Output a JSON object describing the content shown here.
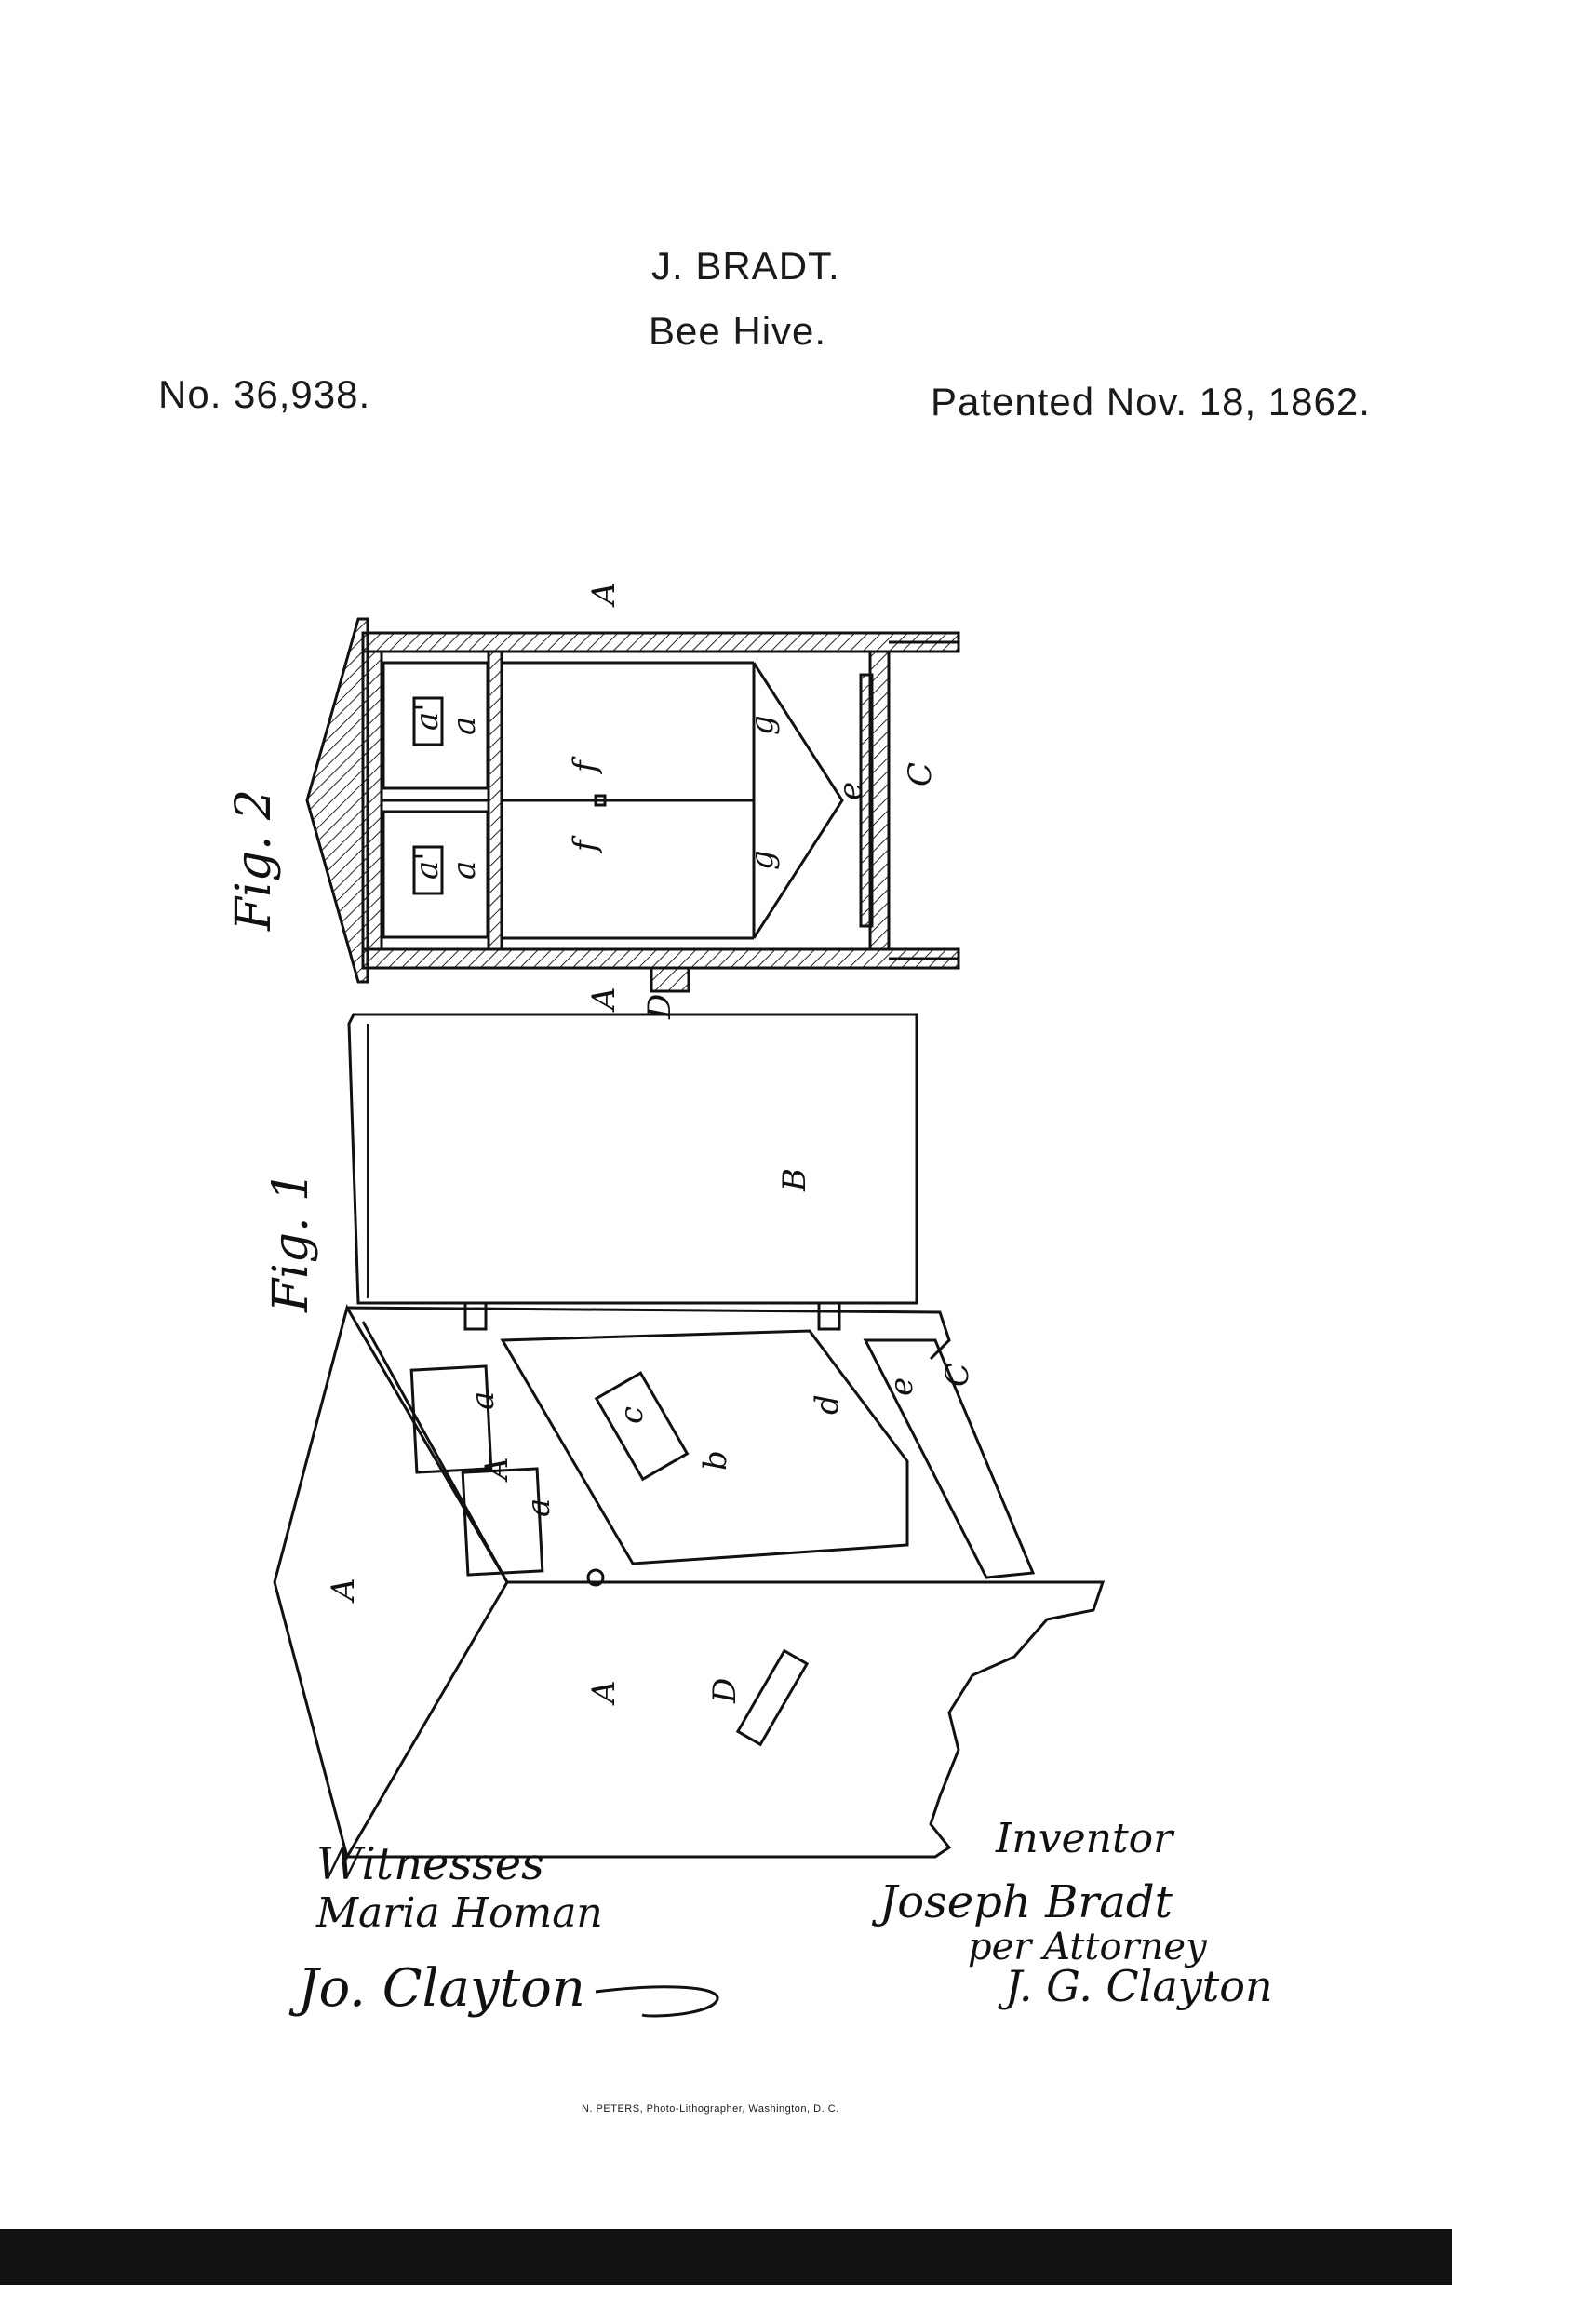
{
  "header": {
    "inventor": "J. BRADT.",
    "title": "Bee Hive.",
    "patent_no": "No. 36,938.",
    "patent_date": "Patented Nov. 18, 1862."
  },
  "figures": {
    "fig2_label": "Fig. 2",
    "fig1_label": "Fig. 1"
  },
  "letters": {
    "A": "A",
    "B": "B",
    "C": "C",
    "D": "D",
    "a": "a",
    "a1": "a'",
    "b": "b",
    "c": "c",
    "d": "d",
    "e": "e",
    "f": "f",
    "g": "g"
  },
  "signatures": {
    "witnesses_label": "Witnesses",
    "witness_1": "Maria Homan",
    "witness_2": "Jo. Clayton",
    "inventor_label": "Inventor",
    "inventor_sig": "Joseph Bradt",
    "per_attorney": "per Attorney",
    "attorney_sig": "J. G. Clayton"
  },
  "printer": "N. PETERS, Photo-Lithographer, Washington, D. C."
}
